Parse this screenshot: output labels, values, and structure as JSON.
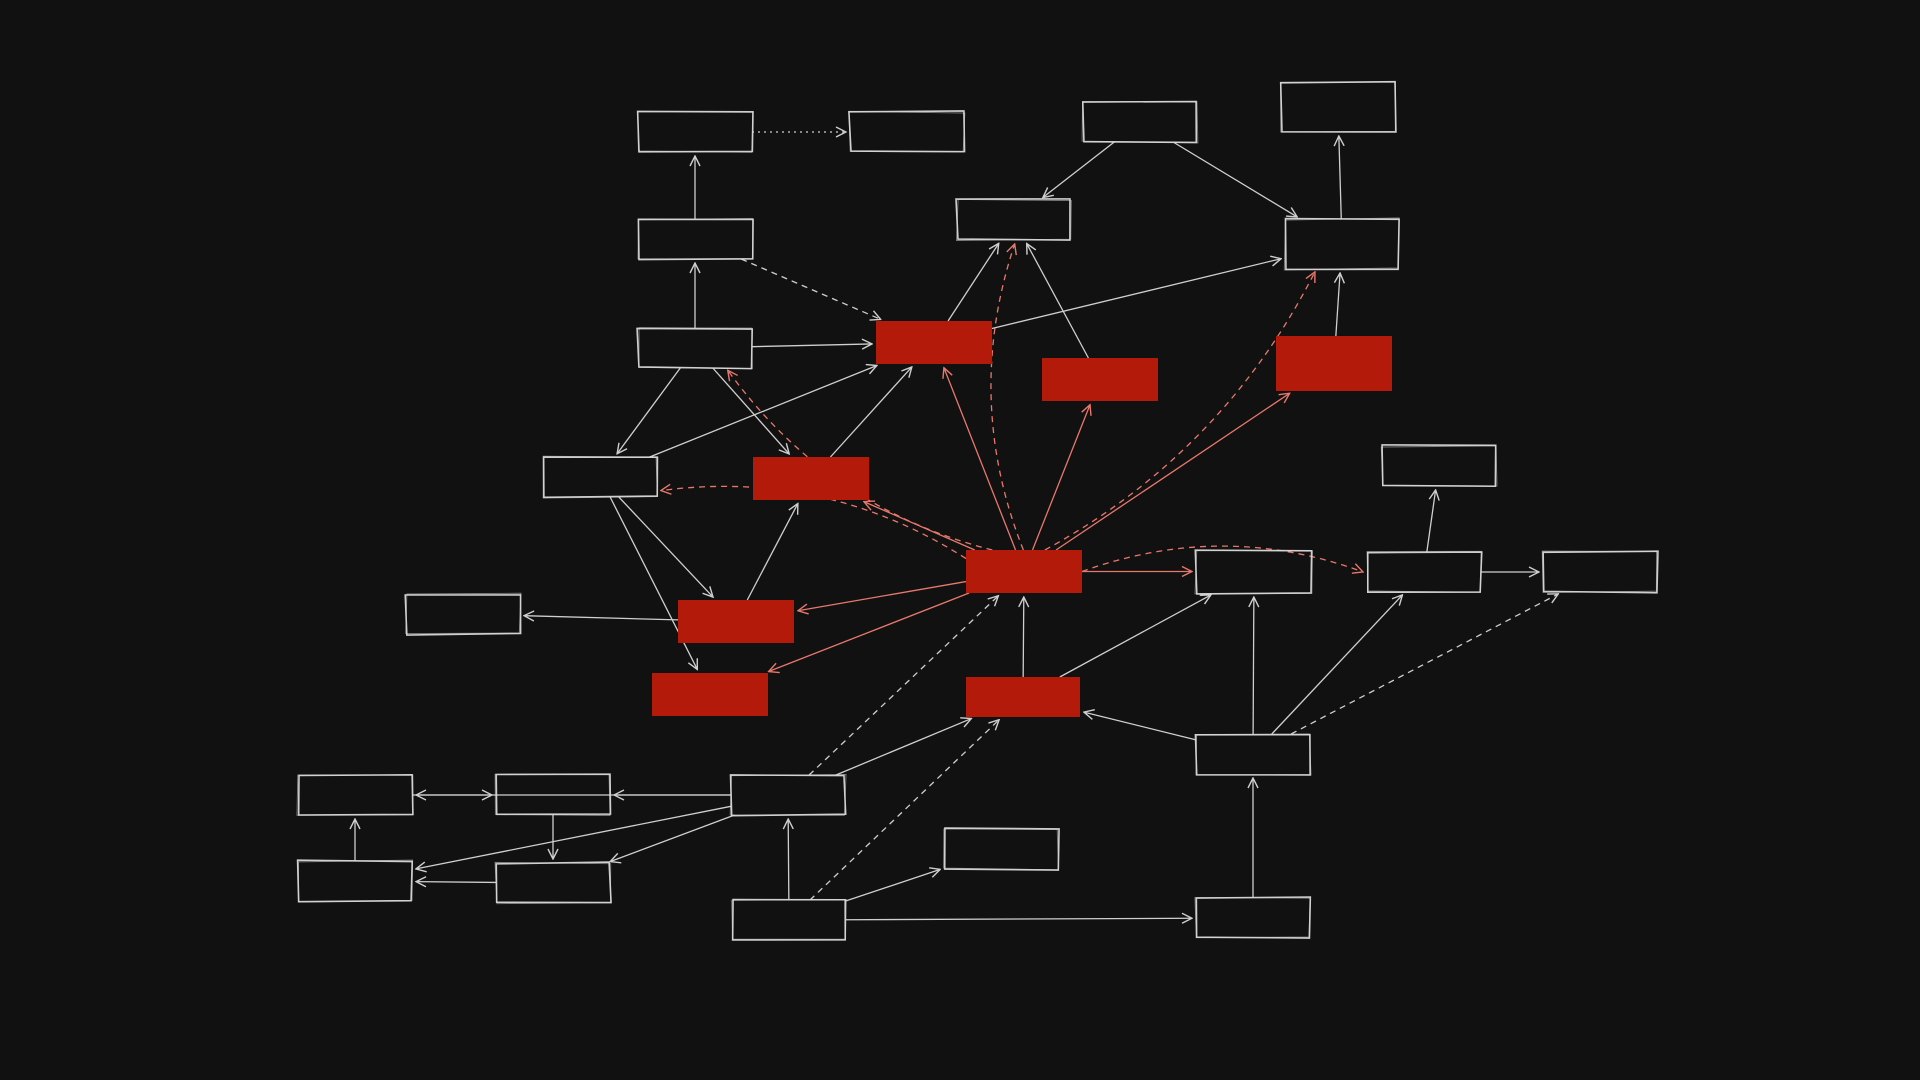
{
  "diagram": {
    "colors": {
      "background": "#111111",
      "outline": "#d9d9d9",
      "highlight_fill": "#b31a0a",
      "highlight_edge": "#e8786c",
      "normal_edge": "#cfcfcf"
    },
    "nodes": [
      {
        "id": "n01",
        "variant": "outline"
      },
      {
        "id": "n02",
        "variant": "outline"
      },
      {
        "id": "n03",
        "variant": "outline"
      },
      {
        "id": "n04",
        "variant": "outline"
      },
      {
        "id": "n05",
        "variant": "outline"
      },
      {
        "id": "n06",
        "variant": "outline"
      },
      {
        "id": "n07",
        "variant": "outline"
      },
      {
        "id": "n08",
        "variant": "outline"
      },
      {
        "id": "n09",
        "variant": "highlighted"
      },
      {
        "id": "n10",
        "variant": "highlighted"
      },
      {
        "id": "n11",
        "variant": "highlighted"
      },
      {
        "id": "n12",
        "variant": "outline"
      },
      {
        "id": "n13",
        "variant": "highlighted"
      },
      {
        "id": "n14",
        "variant": "outline"
      },
      {
        "id": "n15",
        "variant": "highlighted"
      },
      {
        "id": "n16",
        "variant": "highlighted"
      },
      {
        "id": "n17",
        "variant": "outline"
      },
      {
        "id": "n18",
        "variant": "outline"
      },
      {
        "id": "n19",
        "variant": "outline"
      },
      {
        "id": "n20",
        "variant": "highlighted"
      },
      {
        "id": "n21",
        "variant": "highlighted"
      },
      {
        "id": "n22",
        "variant": "outline"
      },
      {
        "id": "n23",
        "variant": "outline"
      },
      {
        "id": "n24",
        "variant": "outline"
      },
      {
        "id": "n25",
        "variant": "outline"
      },
      {
        "id": "n26",
        "variant": "outline"
      },
      {
        "id": "n27",
        "variant": "outline"
      },
      {
        "id": "n28",
        "variant": "outline"
      },
      {
        "id": "n29",
        "variant": "outline"
      },
      {
        "id": "n30",
        "variant": "outline"
      },
      {
        "id": "n31",
        "variant": "outline"
      }
    ],
    "edges": [
      {
        "from": "n01",
        "to": "n02",
        "style": "dotted",
        "highlight": false
      },
      {
        "from": "n03",
        "to": "n01",
        "style": "solid",
        "highlight": false
      },
      {
        "from": "n03",
        "to": "n09",
        "style": "dashed",
        "highlight": false
      },
      {
        "from": "n08",
        "to": "n03",
        "style": "solid",
        "highlight": false
      },
      {
        "from": "n08",
        "to": "n09",
        "style": "solid",
        "highlight": false
      },
      {
        "from": "n08",
        "to": "n12",
        "style": "solid",
        "highlight": false
      },
      {
        "from": "n08",
        "to": "n13",
        "style": "solid",
        "highlight": false
      },
      {
        "from": "n12",
        "to": "n09",
        "style": "solid",
        "highlight": false
      },
      {
        "from": "n12",
        "to": "n15",
        "style": "solid",
        "highlight": false
      },
      {
        "from": "n12",
        "to": "n20",
        "style": "solid",
        "highlight": false
      },
      {
        "from": "n13",
        "to": "n09",
        "style": "solid",
        "highlight": false
      },
      {
        "from": "n15",
        "to": "n13",
        "style": "solid",
        "highlight": false
      },
      {
        "from": "n15",
        "to": "n14",
        "style": "solid",
        "highlight": false
      },
      {
        "from": "n09",
        "to": "n05",
        "style": "solid",
        "highlight": false
      },
      {
        "from": "n09",
        "to": "n06",
        "style": "solid",
        "highlight": false
      },
      {
        "from": "n10",
        "to": "n05",
        "style": "solid",
        "highlight": false
      },
      {
        "from": "n07",
        "to": "n05",
        "style": "solid",
        "highlight": false
      },
      {
        "from": "n07",
        "to": "n06",
        "style": "solid",
        "highlight": false
      },
      {
        "from": "n06",
        "to": "n04",
        "style": "solid",
        "highlight": false
      },
      {
        "from": "n11",
        "to": "n06",
        "style": "solid",
        "highlight": false
      },
      {
        "from": "n16",
        "to": "n09",
        "style": "solid",
        "highlight": true
      },
      {
        "from": "n16",
        "to": "n10",
        "style": "solid",
        "highlight": true
      },
      {
        "from": "n16",
        "to": "n11",
        "style": "solid",
        "highlight": true
      },
      {
        "from": "n16",
        "to": "n13",
        "style": "solid",
        "highlight": true
      },
      {
        "from": "n16",
        "to": "n15",
        "style": "solid",
        "highlight": true
      },
      {
        "from": "n16",
        "to": "n20",
        "style": "solid",
        "highlight": true
      },
      {
        "from": "n16",
        "to": "n17",
        "style": "solid",
        "highlight": true
      },
      {
        "from": "n16",
        "to": "n05",
        "style": "dashed",
        "highlight": true
      },
      {
        "from": "n16",
        "to": "n06",
        "style": "dashed",
        "highlight": true
      },
      {
        "from": "n16",
        "to": "n08",
        "style": "dashed",
        "highlight": true
      },
      {
        "from": "n16",
        "to": "n12",
        "style": "dashed",
        "highlight": true
      },
      {
        "from": "n16",
        "to": "n18",
        "style": "dashed",
        "highlight": true
      },
      {
        "from": "n18",
        "to": "n19",
        "style": "solid",
        "highlight": false
      },
      {
        "from": "n18",
        "to": "n22",
        "style": "solid",
        "highlight": false
      },
      {
        "from": "n21",
        "to": "n16",
        "style": "solid",
        "highlight": false
      },
      {
        "from": "n21",
        "to": "n17",
        "style": "solid",
        "highlight": false
      },
      {
        "from": "n23",
        "to": "n21",
        "style": "solid",
        "highlight": false
      },
      {
        "from": "n23",
        "to": "n17",
        "style": "solid",
        "highlight": false
      },
      {
        "from": "n23",
        "to": "n18",
        "style": "solid",
        "highlight": false
      },
      {
        "from": "n23",
        "to": "n22",
        "style": "dashed",
        "highlight": false
      },
      {
        "from": "n26",
        "to": "n21",
        "style": "solid",
        "highlight": false
      },
      {
        "from": "n26",
        "to": "n16",
        "style": "dashed",
        "highlight": false
      },
      {
        "from": "n26",
        "to": "n25",
        "style": "solid",
        "highlight": false
      },
      {
        "from": "n26",
        "to": "n27",
        "style": "solid",
        "highlight": false
      },
      {
        "from": "n26",
        "to": "n29",
        "style": "solid",
        "highlight": false
      },
      {
        "from": "n26",
        "to": "n28",
        "style": "solid",
        "highlight": false
      },
      {
        "from": "n30",
        "to": "n21",
        "style": "dashed",
        "highlight": false
      },
      {
        "from": "n30",
        "to": "n26",
        "style": "solid",
        "highlight": false
      },
      {
        "from": "n30",
        "to": "n31",
        "style": "solid",
        "highlight": false
      },
      {
        "from": "n30",
        "to": "n24",
        "style": "solid",
        "highlight": false
      },
      {
        "from": "n31",
        "to": "n23",
        "style": "solid",
        "highlight": false
      },
      {
        "from": "n25",
        "to": "n28",
        "style": "solid",
        "highlight": false
      },
      {
        "from": "n27",
        "to": "n25",
        "style": "solid",
        "highlight": false
      },
      {
        "from": "n28",
        "to": "n29",
        "style": "solid",
        "highlight": false
      },
      {
        "from": "n29",
        "to": "n27",
        "style": "solid",
        "highlight": false
      }
    ]
  }
}
